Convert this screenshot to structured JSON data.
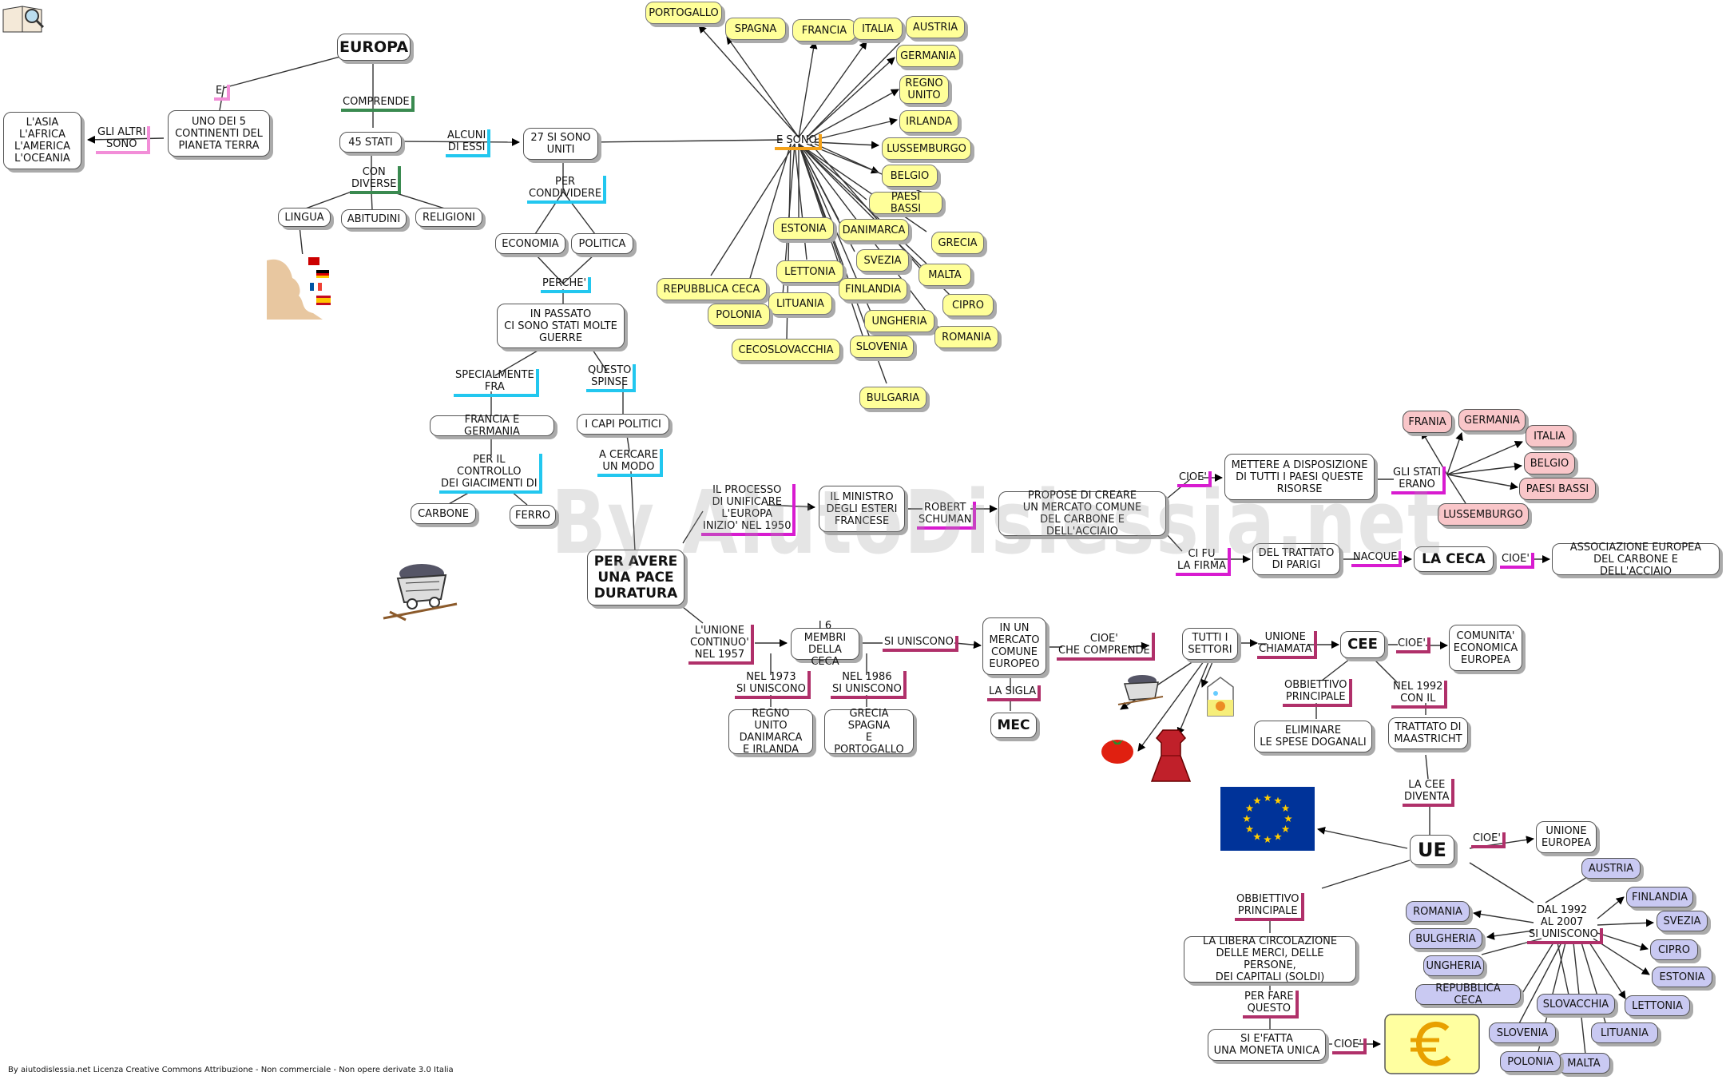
{
  "nodes": {
    "europa": "EUROPA",
    "uno_dei_5": "UNO DEI 5\nCONTINENTI DEL\nPIANETA TERRA",
    "altri": "L'ASIA\nL'AFRICA\nL'AMERICA\nL'OCEANIA",
    "stati45": "45 STATI",
    "lingua": "LINGUA",
    "abitudini": "ABITUDINI",
    "religioni": "RELIGIONI",
    "uniti27": "27 SI SONO\nUNITI",
    "economia": "ECONOMIA",
    "politica": "POLITICA",
    "guerre": "IN PASSATO\nCI SONO STATI MOLTE\nGUERRE",
    "francia_germania": "FRANCIA E GERMANIA",
    "carbone": "CARBONE",
    "ferro": "FERRO",
    "capi": "I CAPI POLITICI",
    "pace": "PER AVERE\nUNA PACE\nDURATURA",
    "ministro": "IL MINISTRO\nDEGLI ESTERI\nFRANCESE",
    "proposta": "PROPOSE DI CREARE\nUN MERCATO COMUNE\nDEL CARBONE E DELL'ACCIAIO",
    "mettere": "METTERE A DISPOSIZIONE\nDI TUTTI I PAESI QUESTE\nRISORSE",
    "trattato_parigi": "DEL TRATTATO\nDI PARIGI",
    "ceca": "LA CECA",
    "associazione": "ASSOCIAZIONE EUROPEA\nDEL CARBONE E DELL'ACCIAIO",
    "membri6": "I 6 MEMBRI\nDELLA CECA",
    "mercato_comune": "IN UN\nMERCATO\nCOMUNE\nEUROPEO",
    "mec": "MEC",
    "tutti_settori": "TUTTI I\nSETTORI",
    "cee": "CEE",
    "comunita": "COMUNITA'\nECONOMICA\nEUROPEA",
    "eliminare": "ELIMINARE\nLE SPESE DOGANALI",
    "maastricht": "TRATTATO DI\nMAASTRICHT",
    "g1973": "REGNO UNITO\nDANIMARCA\nE IRLANDA",
    "g1986": "GRECIA\nSPAGNA\nE PORTOGALLO",
    "ue": "UE",
    "unione_europea": "UNIONE\nEUROPEA",
    "libera": "LA LIBERA CIRCOLAZIONE\nDELLE MERCI, DELLE PERSONE,\nDEI CAPITALI (SOLDI)",
    "moneta": "SI E'FATTA\nUNA MONETA UNICA"
  },
  "labels": {
    "e": "E'",
    "comprende": "COMPRENDE",
    "gli_altri": "GLI ALTRI\nSONO",
    "alcuni": "ALCUNI\nDI ESSI",
    "con_diverse": "CON\nDIVERSE",
    "per_condividere": "PER\nCONDIVIDERE",
    "perche": "PERCHE'",
    "specialmente": "SPECIALMENTE\nFRA",
    "controllo": "PER IL\nCONTROLLO\nDEI GIACIMENTI DI",
    "questo": "QUESTO\nSPINSE",
    "cercare": "A CERCARE\nUN MODO",
    "processo": "IL PROCESSO\nDI UNIFICARE\nL'EUROPA\nINIZIO' NEL 1950",
    "schuman": "ROBERT\nSCHUMAN",
    "cioe1": "CIOE'",
    "stati_erano": "GLI STATI\nERANO",
    "firma": "CI FU\nLA FIRMA",
    "nacque": "NACQUE",
    "cioe2": "CIOE'",
    "continuo": "L'UNIONE\nCONTINUO'\nNEL 1957",
    "si_uniscono": "SI UNISCONO",
    "cioe_comprende": "CIOE'\nCHE COMPRENDE",
    "chiamata": "UNIONE\nCHIAMATA",
    "cioe3": "CIOE'",
    "sigla": "LA SIGLA",
    "obbiettivo1": "OBBIETTIVO\nPRINCIPALE",
    "nel1992": "NEL 1992\nCON IL",
    "nel1973": "NEL 1973\nSI UNISCONO",
    "nel1986": "NEL 1986\nSI UNISCONO",
    "cee_diventa": "LA CEE\nDIVENTA",
    "cioe4": "CIOE'",
    "obbiettivo2": "OBBIETTIVO\nPRINCIPALE",
    "dal1992": "DAL 1992\nAL 2007",
    "si_uniscono2": "SI UNISCONO",
    "per_fare": "PER FARE\nQUESTO",
    "cioe5": "CIOE'",
    "e_sono": "E SONO"
  },
  "yellow_countries": [
    "PORTOGALLO",
    "SPAGNA",
    "FRANCIA",
    "ITALIA",
    "AUSTRIA",
    "GERMANIA",
    "REGNO\nUNITO",
    "IRLANDA",
    "LUSSEMBURGO",
    "BELGIO",
    "PAESI BASSI",
    "ESTONIA",
    "DANIMARCA",
    "GRECIA",
    "SVEZIA",
    "MALTA",
    "LETTONIA",
    "FINLANDIA",
    "CIPRO",
    "REPUBBLICA CECA",
    "LITUANIA",
    "UNGHERIA",
    "POLONIA",
    "ROMANIA",
    "SLOVENIA",
    "CECOSLOVACCHIA",
    "BULGARIA"
  ],
  "pink_countries": [
    "FRANIA",
    "GERMANIA",
    "ITALIA",
    "BELGIO",
    "PAESI BASSI",
    "LUSSEMBURGO"
  ],
  "violet_countries": [
    "AUSTRIA",
    "FINLANDIA",
    "SVEZIA",
    "CIPRO",
    "ESTONIA",
    "LETTONIA",
    "LITUANIA",
    "MALTA",
    "POLONIA",
    "SLOVENIA",
    "SLOVACCHIA",
    "REPUBBLICA CECA",
    "UNGHERIA",
    "BULGHERIA",
    "ROMANIA"
  ],
  "watermark": "By AiutoDislessia.net",
  "footer": "By aiutodislessia.net Licenza Creative Commons Attribuzione - Non commerciale - Non opere derivate 3.0 Italia",
  "colors": {
    "yellow": "#ffff99",
    "pink": "#f9c6c9",
    "violet": "#c9c9f2",
    "green": "#3a8a50",
    "cyan": "#22c7ef",
    "magenta": "#d81bd0",
    "plum": "#b0306a",
    "eu_blue": "#003399",
    "eu_gold": "#ffcc00"
  },
  "icons": [
    "book-icon",
    "face-flags-image",
    "mine-cart-image",
    "tomato-image",
    "dress-image",
    "milk-carton-image",
    "eu-flag-image",
    "euro-sign-image"
  ]
}
